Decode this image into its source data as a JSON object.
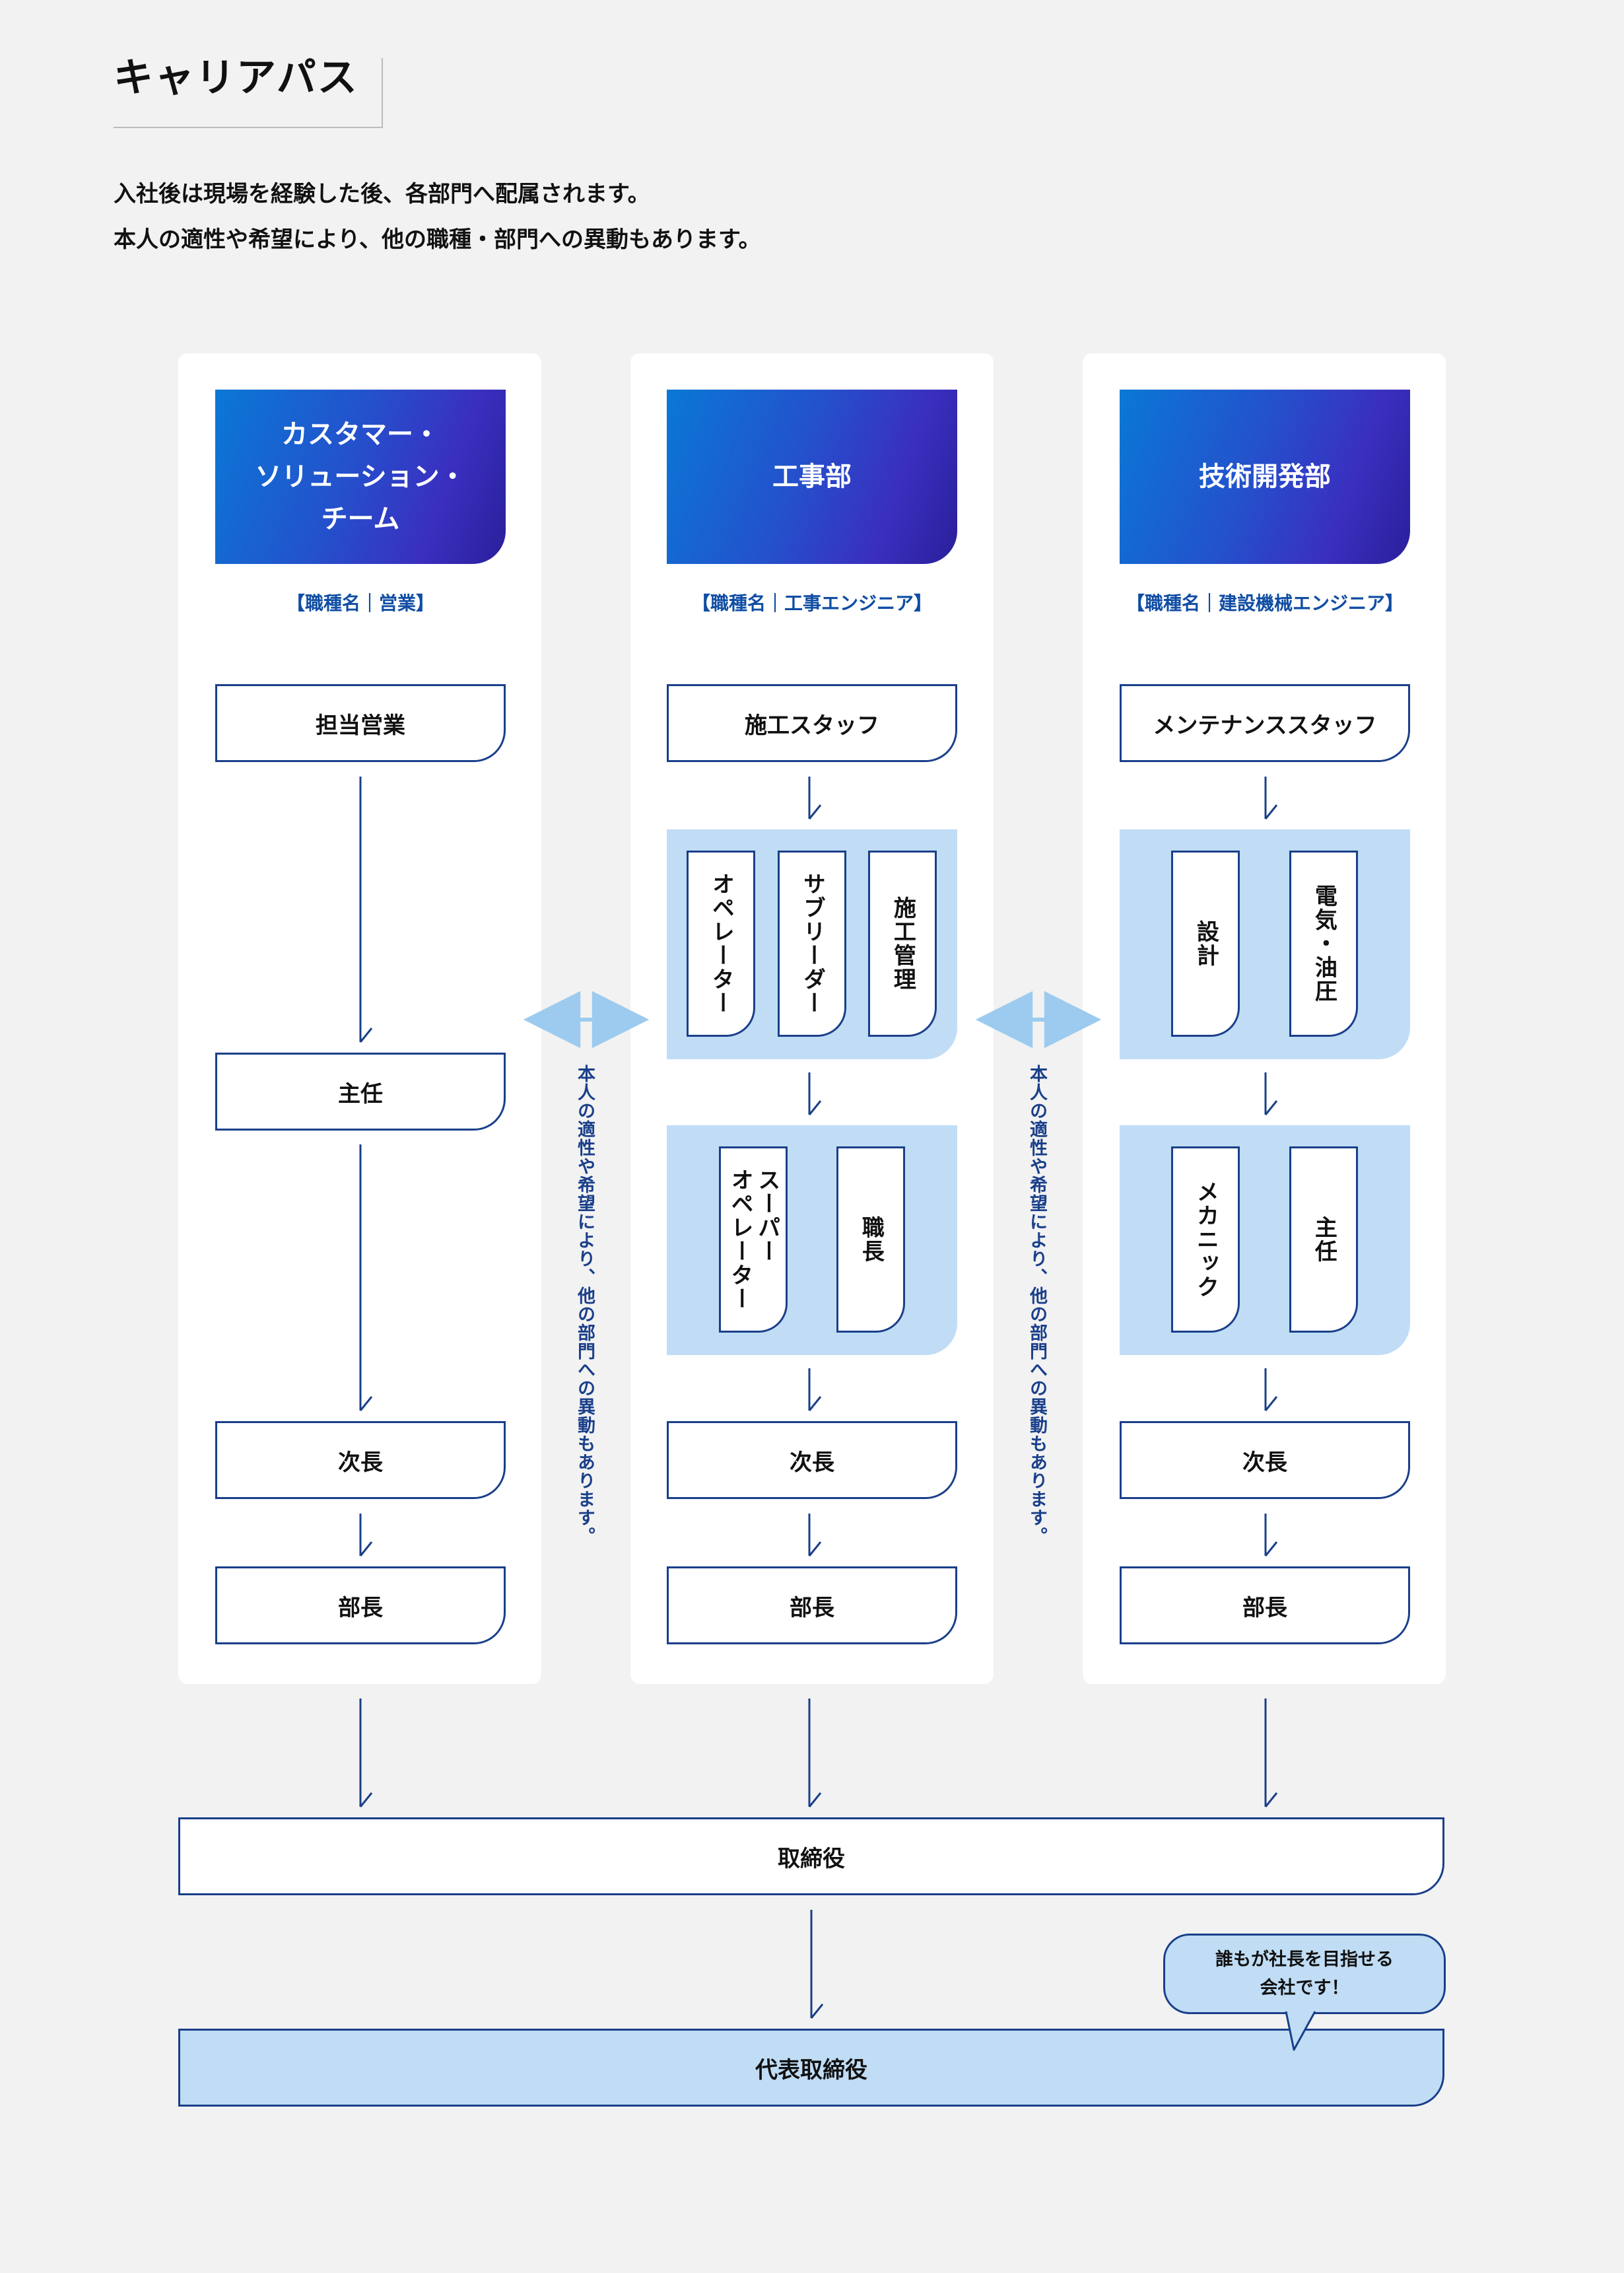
{
  "page": {
    "title": "キャリアパス",
    "intro_line1": "入社後は現場を経験した後、各部門へ配属されます。",
    "intro_line2": "本人の適性や希望により、他の職種・部門への異動もあります。"
  },
  "columns": [
    {
      "header": "カスタマー・\nソリューション・\nチーム",
      "job_label": "【職種名｜営業】",
      "roles": [
        "担当営業",
        "主任",
        "次長",
        "部長"
      ]
    },
    {
      "header": "工事部",
      "job_label": "【職種名｜工事エンジニア】",
      "roles": [
        "施工スタッフ",
        "次長",
        "部長"
      ],
      "group1": [
        "オペレーター",
        "サブリーダー",
        "施工管理"
      ],
      "group2": [
        "スーパー\nオペレーター",
        "職長"
      ]
    },
    {
      "header": "技術開発部",
      "job_label": "【職種名｜建設機械エンジニア】",
      "roles": [
        "メンテナンススタッフ",
        "次長",
        "部長"
      ],
      "group1": [
        "設計",
        "電気・油圧"
      ],
      "group2": [
        "メカニック",
        "主任"
      ]
    }
  ],
  "side_note": "本人の適性や希望により、他の部門への異動もあります。",
  "board": "取締役",
  "president": "代表取締役",
  "bubble": "誰もが社長を目指せる\n会社です！",
  "colors": {
    "accent": "#1a3f8a",
    "light_blue": "#c0ddf5",
    "label_blue": "#0f4da3",
    "arrow_light": "#9ccbef"
  }
}
